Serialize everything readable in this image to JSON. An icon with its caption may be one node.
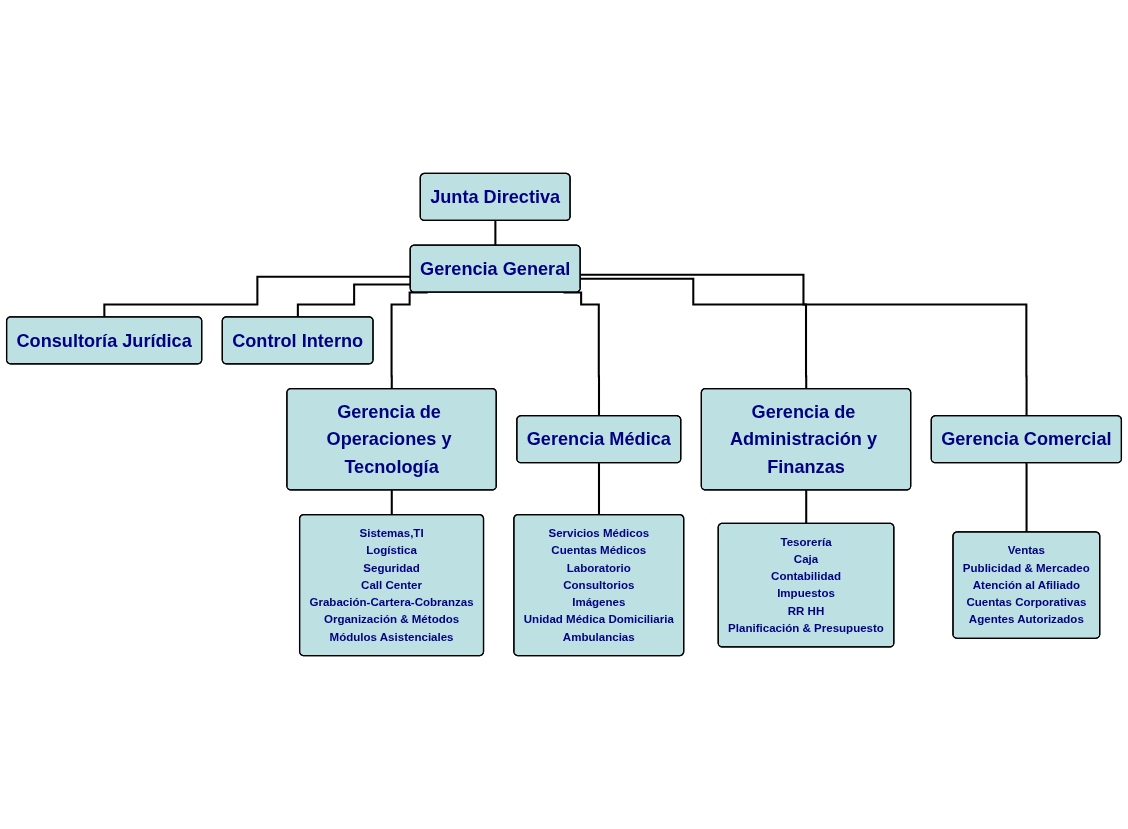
{
  "diagram": {
    "nodes": [
      {
        "text": [
          "Junta Directiva"
        ]
      },
      {
        "text": [
          "Gerencia General"
        ]
      },
      {
        "text": [
          "Consultoría Jurídica"
        ]
      },
      {
        "text": [
          "Control Interno"
        ]
      },
      {
        "text": [
          "Gerencia de Operaciones y Tecnología"
        ]
      },
      {
        "text": [
          "Gerencia Médica"
        ]
      },
      {
        "text": [
          "Gerencia de Administración y Finanzas"
        ]
      },
      {
        "text": [
          "Gerencia Comercial"
        ]
      },
      {
        "text": [
          "Sistemas,TI",
          "Logística",
          "Seguridad",
          "Call Center",
          "Grabación-Cartera-Cobranzas",
          "Organización & Métodos",
          "Módulos Asistenciales"
        ]
      },
      {
        "text": [
          "Servicios Médicos",
          "Cuentas Médicos",
          "Laboratorio",
          "Consultorios",
          "Imágenes",
          "Unidad Médica Domiciliaria",
          "Ambulancias"
        ]
      },
      {
        "text": [
          "Tesorería",
          "Caja",
          "Contabilidad",
          "Impuestos",
          "RR HH",
          "Planificación & Presupuesto"
        ]
      },
      {
        "text": [
          "Ventas",
          "Publicidad & Mercadeo",
          "Atención al Afiliado",
          "Cuentas Corporativas",
          "Agentes Autorizados"
        ]
      }
    ],
    "edges": [
      {
        "from": 0,
        "to": 1,
        "arrow": "none"
      },
      {
        "from": 1,
        "to": 2,
        "arrow": "none"
      },
      {
        "from": 1,
        "to": 3,
        "arrow": "none"
      },
      {
        "from": 1,
        "to": 4,
        "arrow": "none"
      },
      {
        "from": 1,
        "to": 5,
        "arrow": "none"
      },
      {
        "from": 1,
        "to": 6,
        "arrow": "none"
      },
      {
        "from": 1,
        "to": 7,
        "arrow": "none"
      },
      {
        "from": 4,
        "to": 8,
        "arrow": "none"
      },
      {
        "from": 5,
        "to": 9,
        "arrow": "none"
      },
      {
        "from": 6,
        "to": 10,
        "arrow": "none"
      },
      {
        "from": 7,
        "to": 11,
        "arrow": "none"
      }
    ]
  }
}
